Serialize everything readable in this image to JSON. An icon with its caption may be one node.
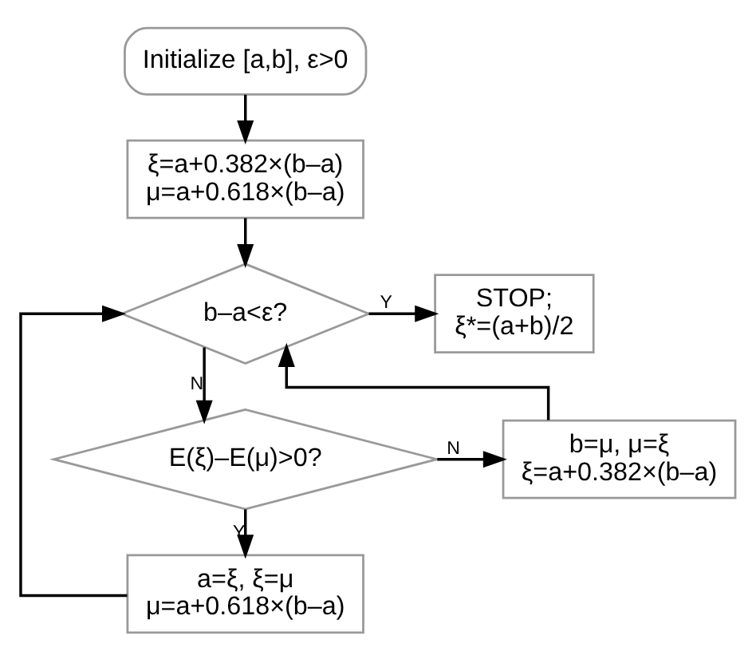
{
  "diagram": {
    "nodes": [
      {
        "text": [
          "Initialize [a,b], ε>0"
        ]
      },
      {
        "text": [
          "ξ=a+0.382×(b–a)",
          "μ=a+0.618×(b–a)"
        ]
      },
      {
        "text": [
          "b–a<ε?"
        ]
      },
      {
        "text": [
          "STOP;",
          "ξ*=(a+b)/2"
        ]
      },
      {
        "text": [
          "b=μ, μ=ξ",
          "ξ=a+0.382×(b–a)"
        ]
      },
      {
        "text": [
          "E(ξ)–E(μ)>0?"
        ]
      },
      {
        "text": [
          "a=ξ, ξ=μ",
          "μ=a+0.618×(b–a)"
        ]
      }
    ],
    "edges": [
      {
        "from": 0,
        "to": 1,
        "arrow": "to"
      },
      {
        "from": 1,
        "to": 2,
        "arrow": "to"
      },
      {
        "from": 2,
        "to": 3,
        "arrow": "to",
        "label": "Y"
      },
      {
        "from": 2,
        "to": 5,
        "arrow": "to",
        "label": "N"
      },
      {
        "from": 5,
        "to": 4,
        "arrow": "to",
        "label": "N"
      },
      {
        "from": 5,
        "to": 6,
        "arrow": "to",
        "label": "Y"
      },
      {
        "from": 4,
        "to": 2,
        "arrow": "to"
      },
      {
        "from": 6,
        "to": 2,
        "arrow": "to"
      }
    ]
  }
}
